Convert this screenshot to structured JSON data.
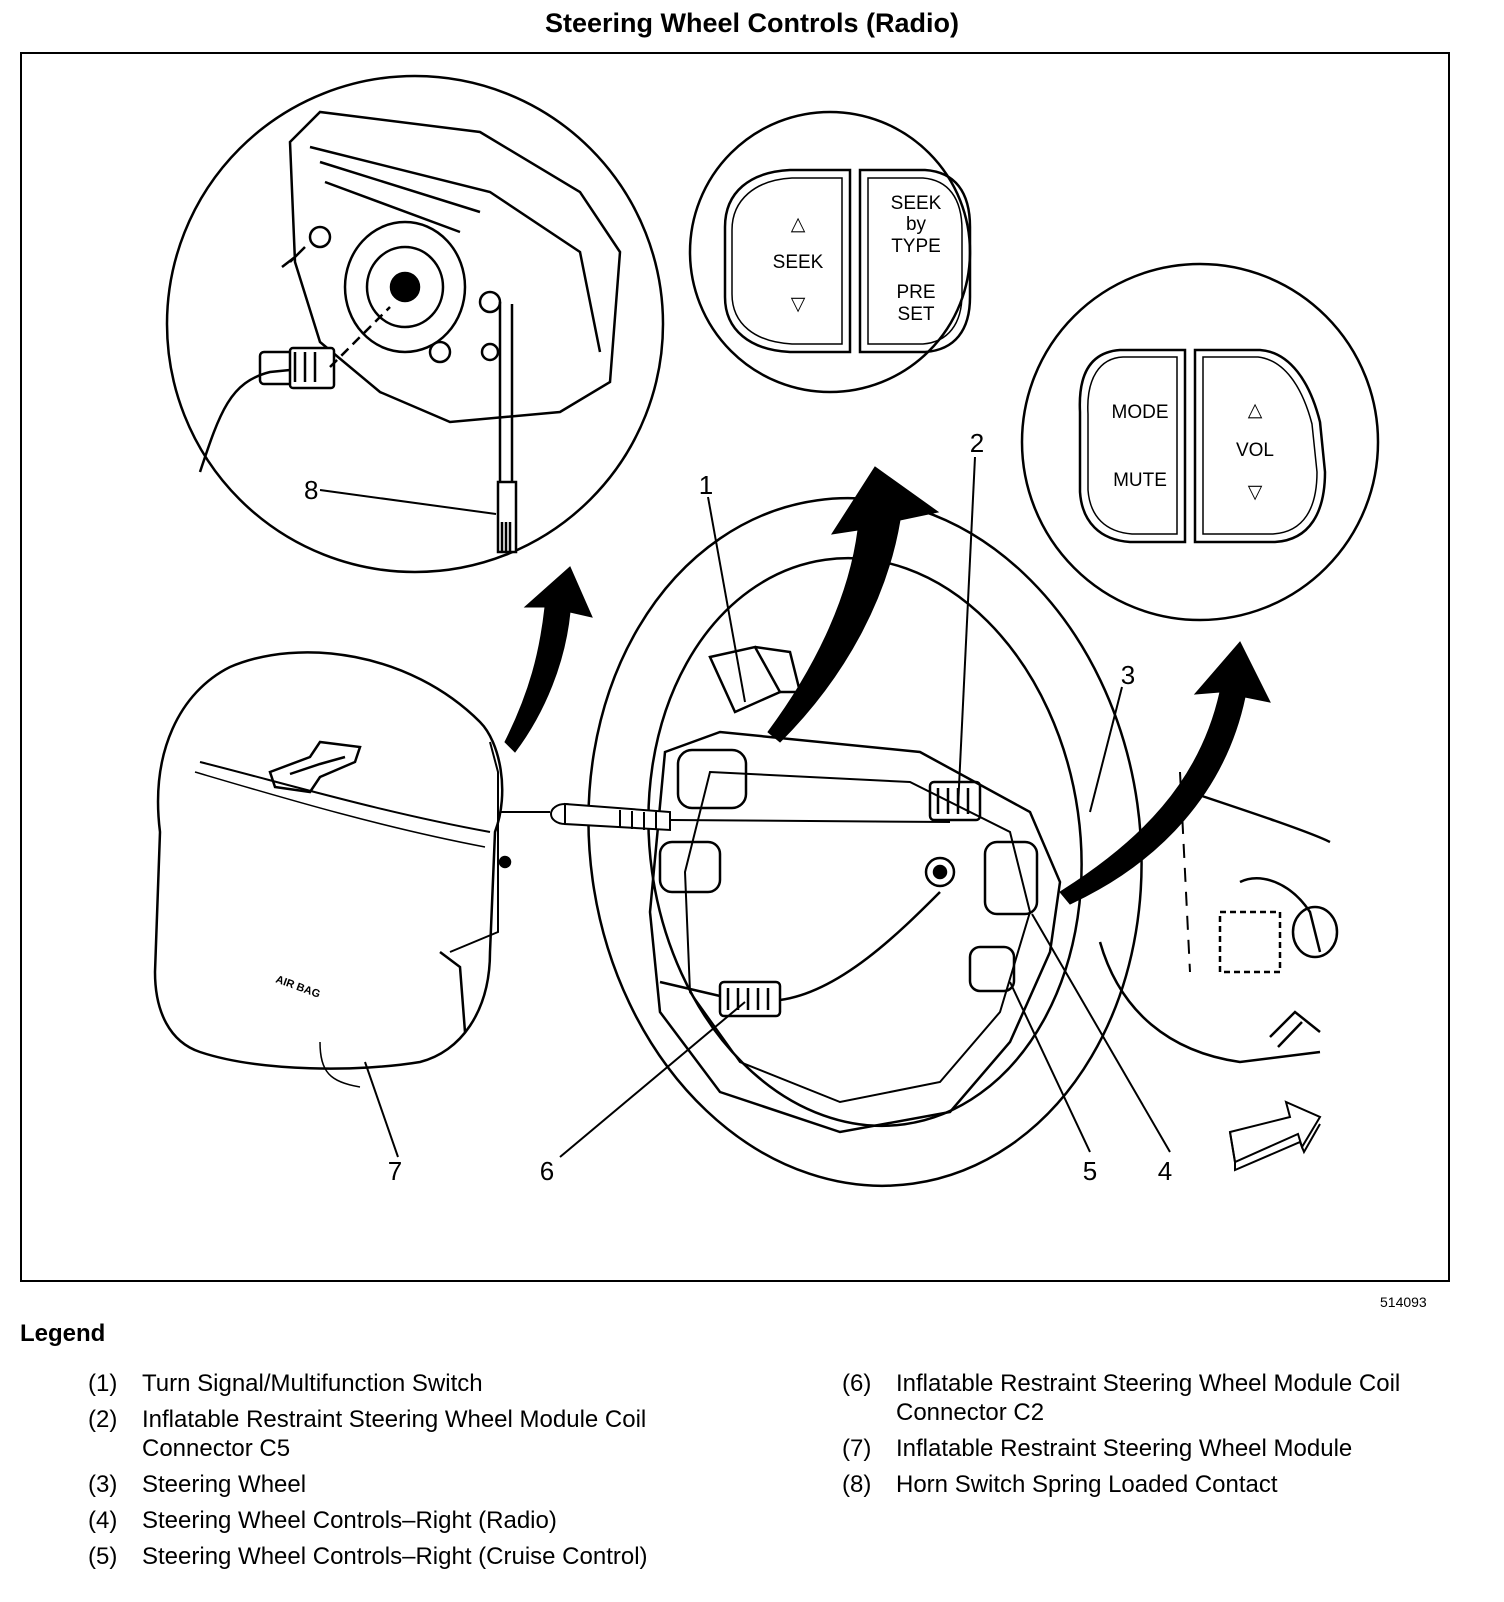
{
  "title": "Steering Wheel Controls (Radio)",
  "figure_id": "514093",
  "callouts": {
    "c1": "1",
    "c2": "2",
    "c3": "3",
    "c4": "4",
    "c5": "5",
    "c6": "6",
    "c7": "7",
    "c8": "8"
  },
  "left_controls": {
    "up_arrow": "△",
    "seek": "SEEK",
    "down_arrow": "▽",
    "seek_by_type_1": "SEEK",
    "seek_by_type_2": "by",
    "seek_by_type_3": "TYPE",
    "preset_1": "PRE",
    "preset_2": "SET"
  },
  "right_controls": {
    "mode": "MODE",
    "mute": "MUTE",
    "vol_up": "△",
    "vol": "VOL",
    "vol_down": "▽"
  },
  "airbag_text": "AIR BAG",
  "legend": {
    "heading": "Legend",
    "left": [
      {
        "num": "(1)",
        "text": "Turn Signal/Multifunction Switch"
      },
      {
        "num": "(2)",
        "text": "Inflatable Restraint Steering Wheel Module Coil Connector C5"
      },
      {
        "num": "(3)",
        "text": "Steering Wheel"
      },
      {
        "num": "(4)",
        "text": "Steering Wheel Controls–Right (Radio)"
      },
      {
        "num": "(5)",
        "text": "Steering Wheel Controls–Right (Cruise Control)"
      }
    ],
    "right": [
      {
        "num": "(6)",
        "text": "Inflatable Restraint Steering Wheel Module Coil Connector C2"
      },
      {
        "num": "(7)",
        "text": "Inflatable Restraint Steering Wheel Module"
      },
      {
        "num": "(8)",
        "text": "Horn Switch Spring Loaded Contact"
      }
    ]
  }
}
